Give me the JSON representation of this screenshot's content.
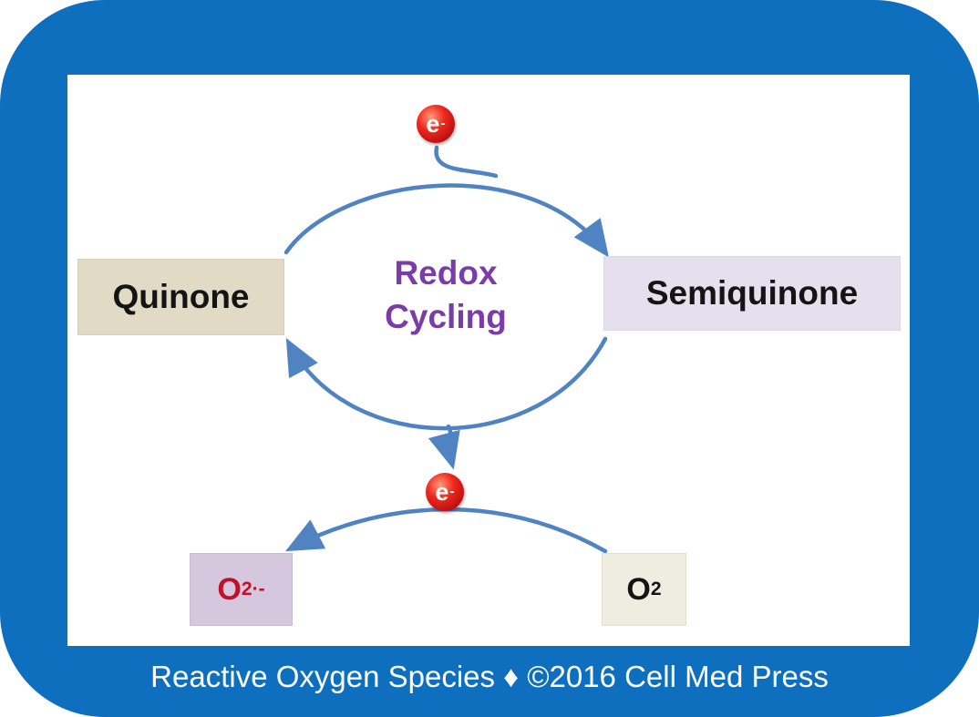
{
  "diagram": {
    "center_label": {
      "line1": "Redox",
      "line2": "Cycling"
    },
    "nodes": {
      "quinone": "Quinone",
      "semiquinone": "Semiquinone",
      "o2_radical": {
        "base": "O",
        "subscript": "2",
        "superscript": "·-"
      },
      "o2": {
        "base": "O",
        "subscript": "2"
      }
    },
    "electron": {
      "base": "e",
      "superscript": "-"
    }
  },
  "footer": {
    "credit": "Reactive Oxygen Species ♦ ©2016 Cell Med Press"
  },
  "colors": {
    "frame": "#0f6fbf",
    "arrow": "#4f83c2",
    "label_purple": "#7a3ca8",
    "radical_red": "#c0102a"
  }
}
